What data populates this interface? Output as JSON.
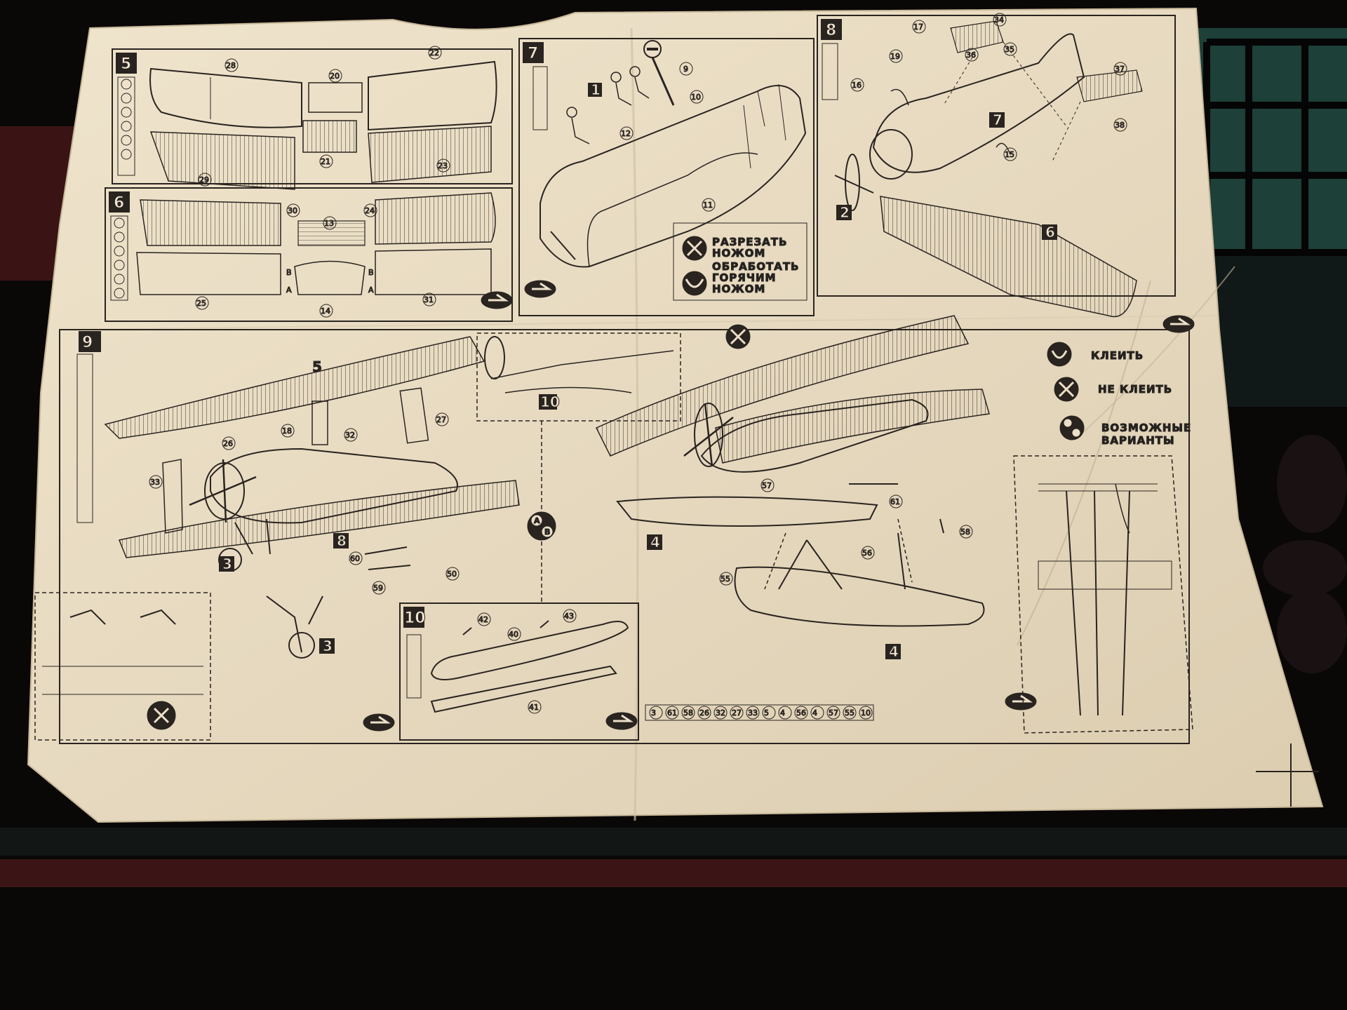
{
  "colors": {
    "paper": "#ebdfc8",
    "paper_shadow": "#d9ccb2",
    "ink": "#2a2420",
    "background": "#0a0707",
    "mat_green": "#1d4038",
    "mat_red": "#4a1818",
    "sprue": "#0f0f0f"
  },
  "steps": {
    "s5": "5",
    "s6": "6",
    "s7": "7",
    "s8": "8",
    "s9": "9",
    "s10": "10"
  },
  "figures": {
    "f1": "1",
    "f2": "2",
    "f3a": "3",
    "f3b": "3",
    "f4a": "4",
    "f4b": "4",
    "f5": "5",
    "f6": "6",
    "f7": "7",
    "f8": "8",
    "f10": "10"
  },
  "legend": {
    "cut_line1": "РАЗРЕЗАТЬ",
    "cut_line2": "НОЖОМ",
    "heat_line1": "ОБРАБОТАТЬ",
    "heat_line2": "ГОРЯЧИМ",
    "heat_line3": "НОЖОМ",
    "glue": "КЛЕИТЬ",
    "noglue": "НЕ КЛЕИТЬ",
    "variants_line1": "ВОЗМОЖНЫЕ",
    "variants_line2": "ВАРИАНТЫ"
  },
  "part_numbers": {
    "p28": "28",
    "p20": "20",
    "p22": "22",
    "p29": "29",
    "p21": "21",
    "p23": "23",
    "p30": "30",
    "p13": "13",
    "p24": "24",
    "p25": "25",
    "p14": "14",
    "p31": "31",
    "p12": "12",
    "p9": "9",
    "p10": "10",
    "p11": "11",
    "p16": "16",
    "p19": "19",
    "p17": "17",
    "p34": "34",
    "p35": "35",
    "p36": "36",
    "p37": "37",
    "p38": "38",
    "p15": "15",
    "p26": "26",
    "p18": "18",
    "p32": "32",
    "p27": "27",
    "p33": "33",
    "p60": "60",
    "p59": "59",
    "p50": "50",
    "p42": "42",
    "p40": "40",
    "p43": "43",
    "p41": "41",
    "p57": "57",
    "p61": "61",
    "p58": "58",
    "p56": "56",
    "p55": "55"
  },
  "variant_badge": {
    "a": "A",
    "b": "B"
  },
  "labels_ab": {
    "b1": "B",
    "a1": "A",
    "b2": "B",
    "a2": "A"
  },
  "bottom_parts": [
    "3",
    "61",
    "58",
    "26",
    "32",
    "27",
    "33",
    "5",
    "4",
    "56",
    "4",
    "57",
    "55",
    "10"
  ]
}
